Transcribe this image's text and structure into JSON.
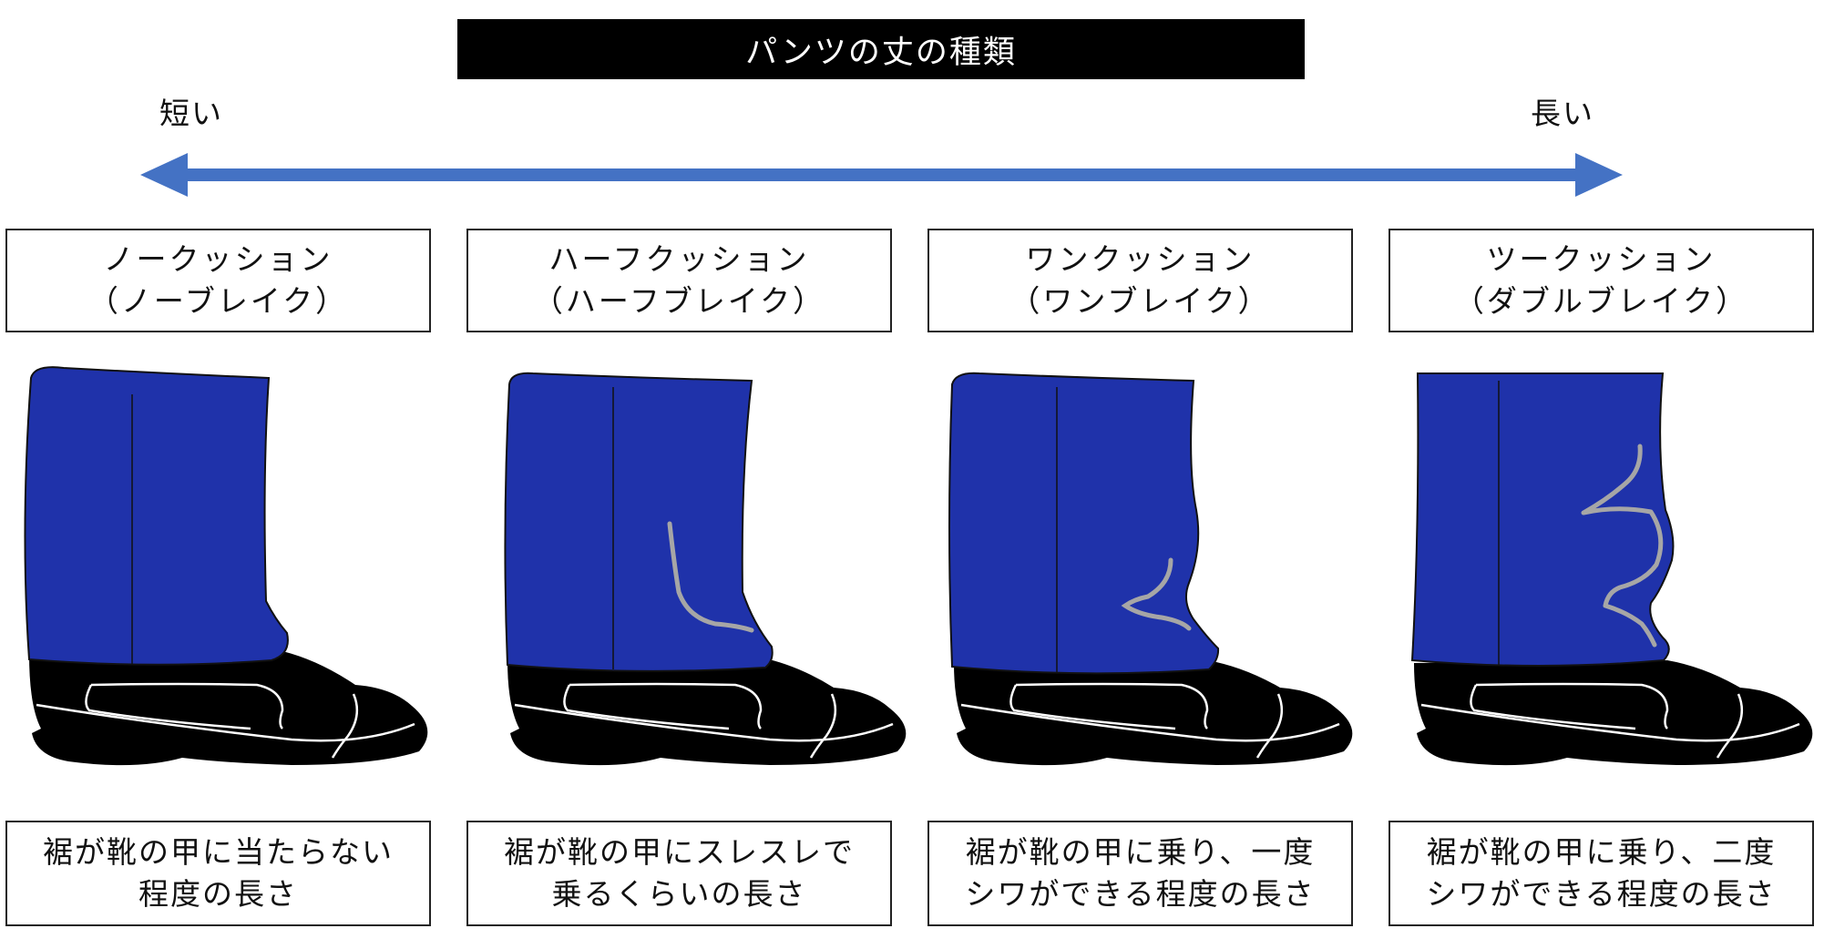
{
  "title": "パンツの丈の種類",
  "scale": {
    "short_label": "短い",
    "long_label": "長い",
    "arrow_color": "#4472C4"
  },
  "colors": {
    "pants": "#1F32AA",
    "shoe": "#000000",
    "wrinkle": "#A6A6A6",
    "title_bg": "#000000"
  },
  "styles": [
    {
      "name_line1": "ノークッション",
      "name_line2": "（ノーブレイク）",
      "desc_line1": "裾が靴の甲に当たらない",
      "desc_line2": "程度の長さ"
    },
    {
      "name_line1": "ハーフクッション",
      "name_line2": "（ハーフブレイク）",
      "desc_line1": "裾が靴の甲にスレスレで",
      "desc_line2": "乗るくらいの長さ"
    },
    {
      "name_line1": "ワンクッション",
      "name_line2": "（ワンブレイク）",
      "desc_line1": "裾が靴の甲に乗り、一度",
      "desc_line2": "シワができる程度の長さ"
    },
    {
      "name_line1": "ツークッション",
      "name_line2": "（ダブルブレイク）",
      "desc_line1": "裾が靴の甲に乗り、二度",
      "desc_line2": "シワができる程度の長さ"
    }
  ]
}
